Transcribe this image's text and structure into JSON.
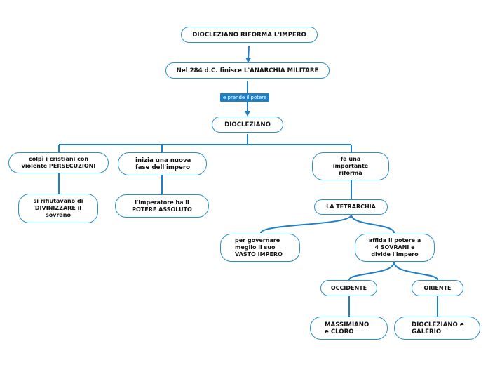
{
  "map": {
    "title": "DIOCLEZIANO RIFORMA L'IMPERO",
    "anarchia": "Nel 284 d.C. finisce L'ANARCHIA MILITARE",
    "link_label": "e prende il potere",
    "diocleziano": "DIOCLEZIANO",
    "persecuzioni": "colpì i cristiani con\nviolente PERSECUZIONI",
    "divinizzare": "si rifiutavano di\nDIVINIZZARE il\nsovrano",
    "nuova_fase": "inizia una nuova\nfase dell'impero",
    "imperatore": "l'imperatore ha il\nPOTERE ASSOLUTO",
    "riforma": "fa una\nimportante\nriforma",
    "tetrarchia": "LA TETRARCHIA",
    "governare": "per governare\nmeglio il suo\nVASTO IMPERO",
    "affida": "affida il potere a\n4 SOVRANI e\ndivide l'impero",
    "occidente": "OCCIDENTE",
    "oriente": "ORIENTE",
    "massimiano": "MASSIMIANO\ne CLORO",
    "diocleziano_galerio": "DIOCLEZIANO e\nGALERIO"
  },
  "colors": {
    "line": "#1f7fc4",
    "border": "#2b8fd0",
    "label_bg": "#1f7fc4"
  }
}
